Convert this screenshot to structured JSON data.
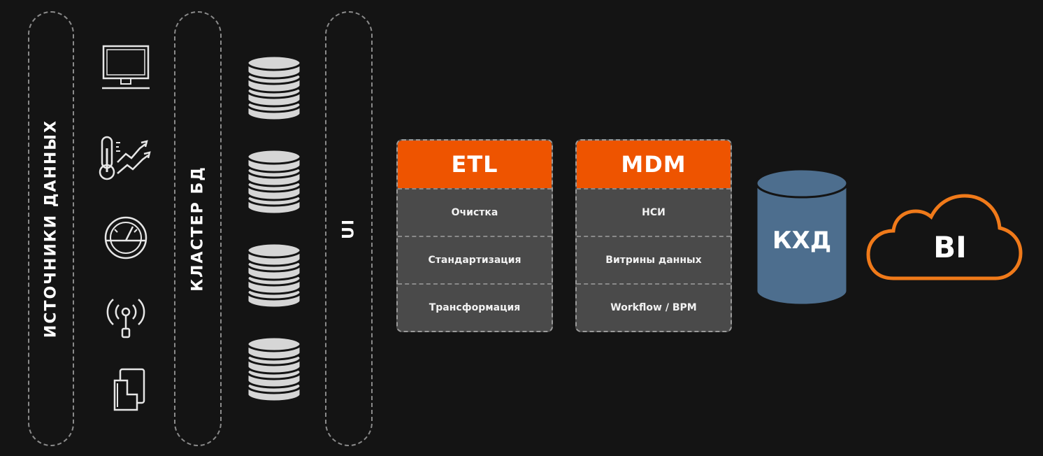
{
  "columns": {
    "sources_label": "ИСТОЧНИКИ ДАННЫХ",
    "cluster_label": "КЛАСТЕР БД",
    "ui_label": "UI"
  },
  "source_icons": [
    "monitor-icon",
    "thermometer-chart-icon",
    "gauge-icon",
    "antenna-icon",
    "phone-card-icon"
  ],
  "etl": {
    "title": "ETL",
    "rows": [
      "Очистка",
      "Стандартизация",
      "Трансформация"
    ]
  },
  "mdm": {
    "title": "MDM",
    "rows": [
      "НСИ",
      "Витрины данных",
      "Workflow / BPM"
    ]
  },
  "storage": {
    "label": "КХД"
  },
  "bi": {
    "label": "BI"
  },
  "colors": {
    "background": "#141414",
    "accent_orange": "#ee5400",
    "block_gray": "#4a4a4a",
    "storage_blue": "#4d6e8e",
    "cloud_orange": "#f07a1a"
  }
}
